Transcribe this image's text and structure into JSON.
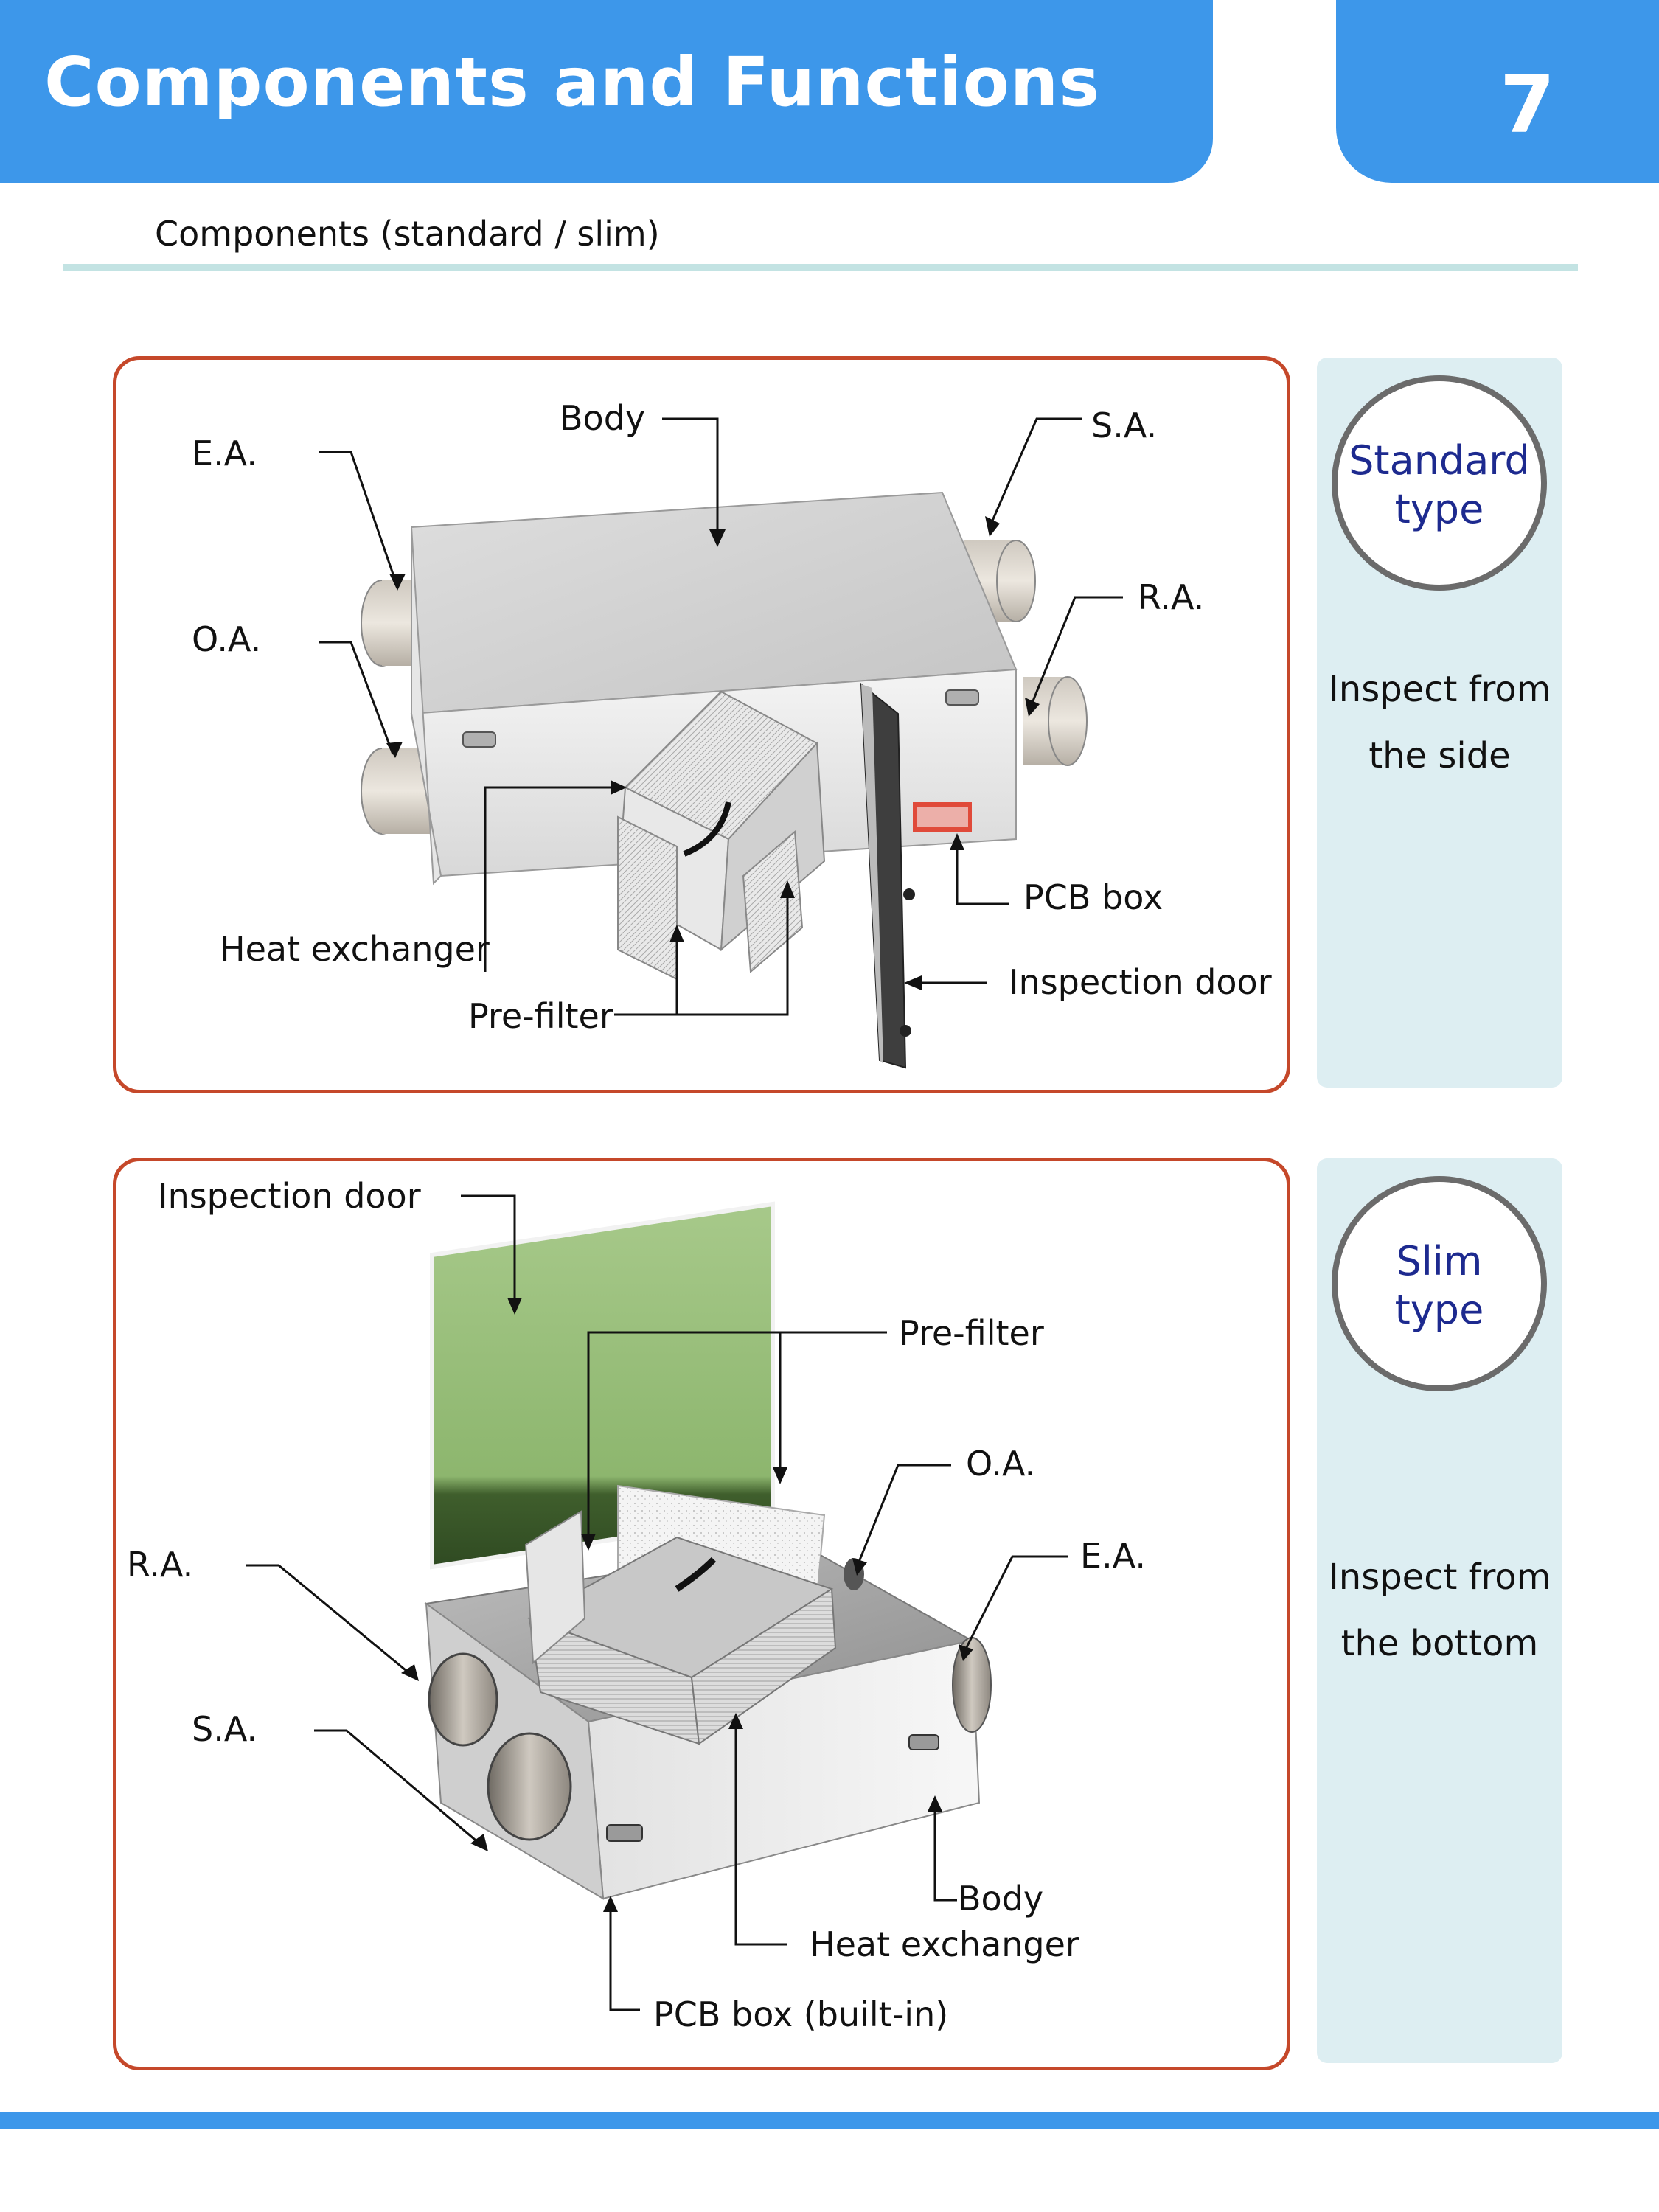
{
  "header": {
    "title": "Components and Functions",
    "page_number": "7"
  },
  "subtitle": "Components (standard / slim)",
  "standard": {
    "badge_line1": "Standard",
    "badge_line2": "type",
    "note_line1": "Inspect from",
    "note_line2": "the side",
    "labels": {
      "ea": "E.A.",
      "body": "Body",
      "sa": "S.A.",
      "oa": "O.A.",
      "ra": "R.A.",
      "pcb_box": "PCB box",
      "heat_exchanger": "Heat exchanger",
      "inspection_door": "Inspection door",
      "pre_filter": "Pre-filter"
    }
  },
  "slim": {
    "badge_line1": "Slim",
    "badge_line2": "type",
    "note_line1": "Inspect from",
    "note_line2": "the bottom",
    "labels": {
      "inspection_door": "Inspection door",
      "pre_filter": "Pre-filter",
      "oa": "O.A.",
      "ea": "E.A.",
      "ra": "R.A.",
      "sa": "S.A.",
      "body": "Body",
      "heat_exchanger": "Heat exchanger",
      "pcb_box": "PCB box (built-in)"
    }
  },
  "colors": {
    "accent": "#3d97ea",
    "panel_border": "#c5482a",
    "side_bg": "#ddeef2",
    "badge_text": "#1d2a8f"
  }
}
